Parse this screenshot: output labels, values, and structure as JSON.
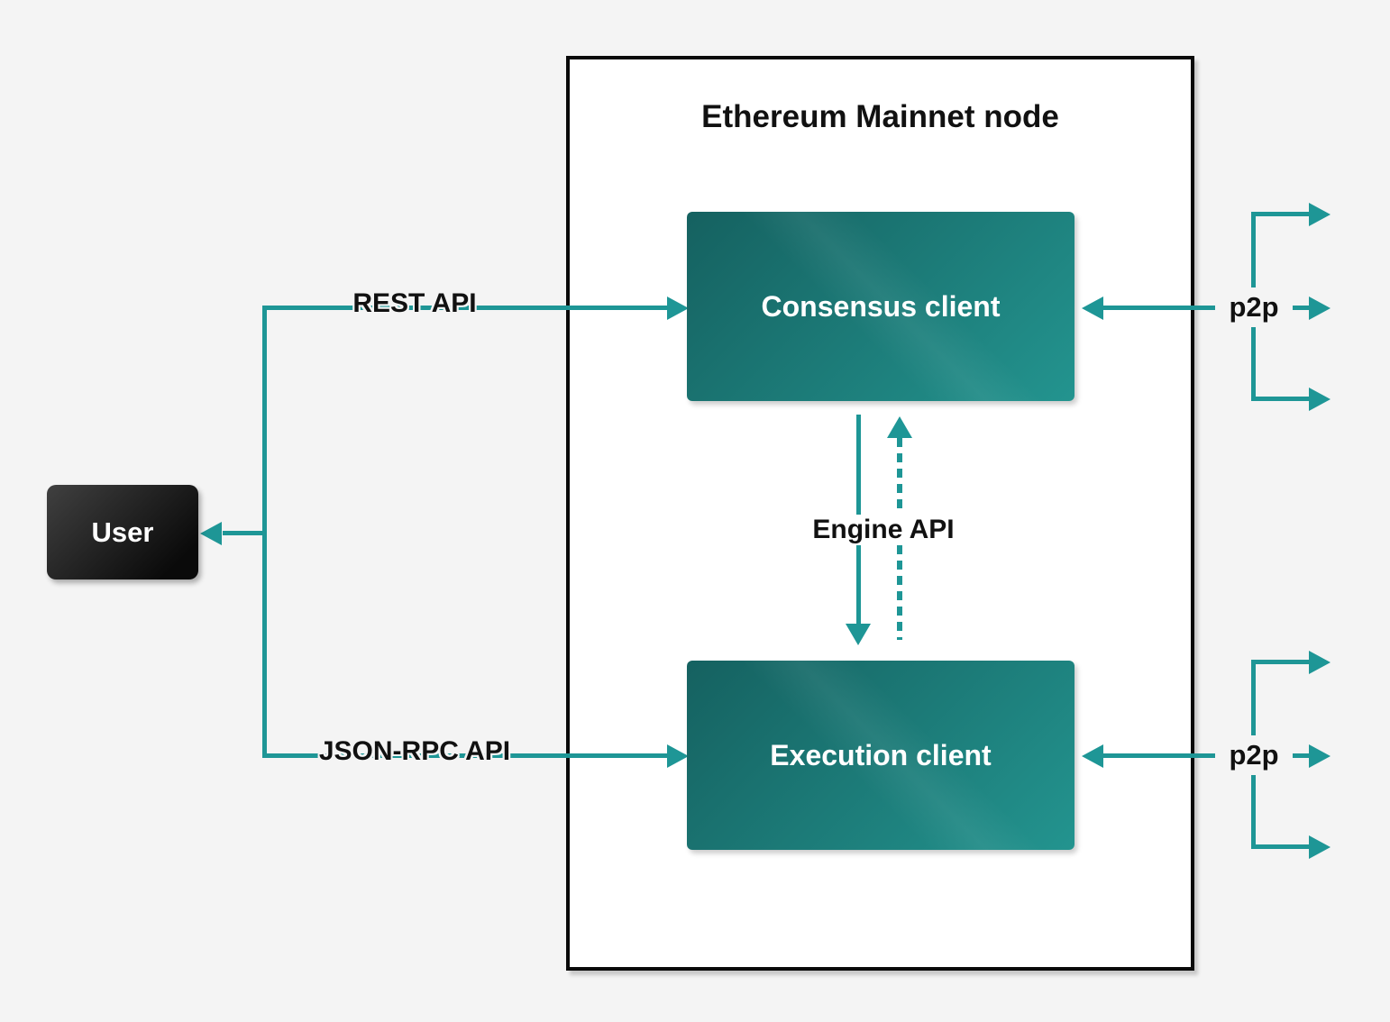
{
  "node": {
    "title": "Ethereum Mainnet node"
  },
  "boxes": {
    "consensus": {
      "label": "Consensus client"
    },
    "execution": {
      "label": "Execution client"
    },
    "user": {
      "label": "User"
    }
  },
  "edges": {
    "rest_api": {
      "label": "REST API"
    },
    "json_rpc_api": {
      "label": "JSON-RPC API"
    },
    "engine_api": {
      "label": "Engine API"
    },
    "p2p_consensus": {
      "label": "p2p"
    },
    "p2p_execution": {
      "label": "p2p"
    }
  },
  "colors": {
    "bg": "#f4f4f4",
    "teal": "#1e9696",
    "node_border": "#0a0a0a",
    "node_bg": "#ffffff",
    "client_gradient_start": "#156160",
    "client_gradient_end": "#23948f",
    "user_gradient_start": "#404040",
    "user_gradient_end": "#0a0a0a",
    "title_text": "#111111",
    "label_text": "#111111",
    "box_text": "#ffffff"
  }
}
